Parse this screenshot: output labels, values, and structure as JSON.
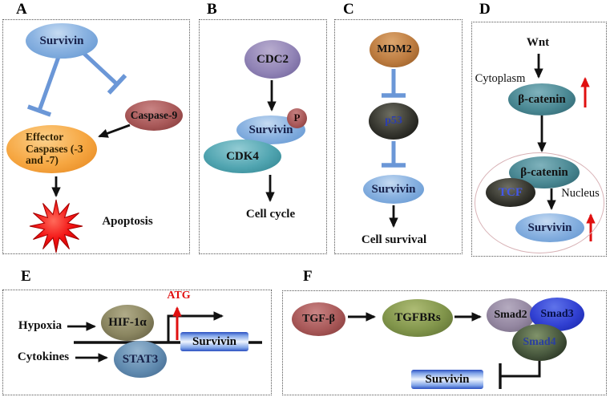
{
  "figure": {
    "panel_a": {
      "label": "A",
      "survivin": "Survivin",
      "caspase9": "Caspase-9",
      "effector_caspases": "Effector Caspases (-3 and -7)",
      "apoptosis": "Apoptosis"
    },
    "panel_b": {
      "label": "B",
      "cdc2": "CDC2",
      "survivin": "Survivin",
      "phospho": "P",
      "cdk4": "CDK4",
      "outcome": "Cell cycle"
    },
    "panel_c": {
      "label": "C",
      "mdm2": "MDM2",
      "p53": "p53",
      "survivin": "Survivin",
      "outcome": "Cell survival"
    },
    "panel_d": {
      "label": "D",
      "wnt": "Wnt",
      "cytoplasm": "Cytoplasm",
      "beta_catenin_cytoplasm": "β-catenin",
      "beta_catenin_nucleus": "β-catenin",
      "tcf": "TCF",
      "nucleus": "Nucleus",
      "survivin": "Survivin"
    },
    "panel_e": {
      "label": "E",
      "hypoxia": "Hypoxia",
      "cytokines": "Cytokines",
      "hif1a": "HIF-1α",
      "stat3": "STAT3",
      "atg": "ATG",
      "survivin_gene": "Survivin"
    },
    "panel_f": {
      "label": "F",
      "tgf_beta": "TGF-β",
      "tgfbrs": "TGFBRs",
      "smad2": "Smad2",
      "smad3": "Smad3",
      "smad4": "Smad4",
      "survivin_gene": "Survivin"
    }
  },
  "colors": {
    "inhibition_blue": "#6b97d7",
    "arrow_black": "#111111",
    "arrow_red": "#e01010",
    "apoptosis_star_red": "#f21212",
    "nucleus_outline_pink": "#d8b2b6",
    "survivin_gene_box_blue": "#2a4fc0"
  }
}
